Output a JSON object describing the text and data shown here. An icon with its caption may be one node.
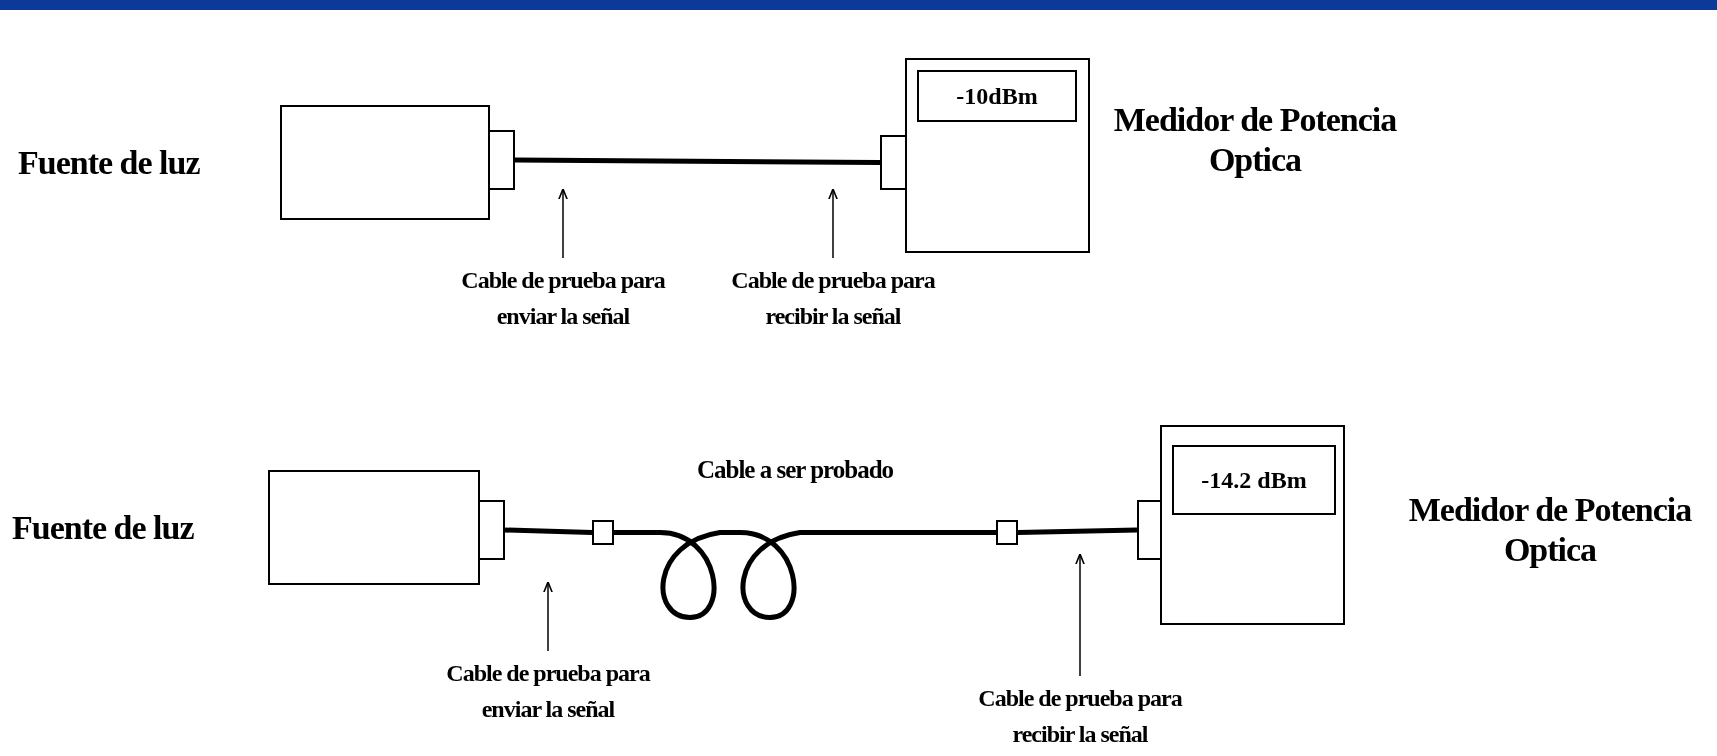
{
  "diagram": {
    "nodes": [
      {
        "text": [
          "Fuente de luz"
        ]
      },
      {
        "text": [
          "Medidor de Potencia Optica"
        ]
      },
      {
        "text": [
          "-10dBm"
        ],
        "in": 1
      },
      {
        "text": [
          "Cable de prueba para enviar la señal"
        ]
      },
      {
        "text": [
          "Cable de prueba para recibir la señal"
        ]
      },
      {
        "text": [
          "Fuente de luz"
        ]
      },
      {
        "text": [],
        "shape": "box"
      },
      {
        "text": [],
        "shape": "box"
      },
      {
        "text": [
          "Medidor de Potencia Optica"
        ]
      },
      {
        "text": [
          "-14.2 dBm"
        ],
        "in": 8
      },
      {
        "text": [
          "Cable de prueba para enviar la señal"
        ]
      },
      {
        "text": [
          "Cable de prueba para recibir la señal"
        ]
      }
    ],
    "edges": [
      {
        "from": 0,
        "to": 1,
        "arrow": "none",
        "style": "thick"
      },
      {
        "from": 3,
        "to": null,
        "arrow": "to"
      },
      {
        "from": 4,
        "to": null,
        "arrow": "to"
      },
      {
        "from": 5,
        "to": 6,
        "arrow": "none",
        "style": "thick"
      },
      {
        "from": 6,
        "to": 7,
        "arrow": "none",
        "style": "thick"
      },
      {
        "from": 7,
        "to": 8,
        "arrow": "none",
        "style": "thick"
      },
      {
        "from": 10,
        "to": null,
        "arrow": "to"
      },
      {
        "from": 11,
        "to": null,
        "arrow": "to"
      }
    ],
    "labels": [
      "Cable a ser probado"
    ]
  }
}
